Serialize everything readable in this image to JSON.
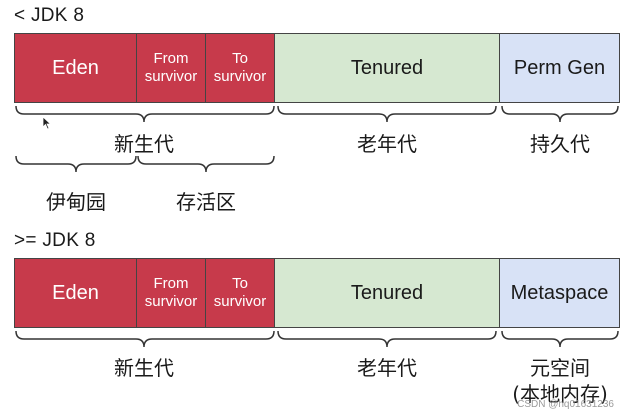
{
  "jdk8_section": {
    "title": "< JDK 8",
    "bar": {
      "eden": "Eden",
      "from_line1": "From",
      "from_line2": "survivor",
      "to_line1": "To",
      "to_line2": "survivor",
      "tenured": "Tenured",
      "perm": "Perm Gen"
    },
    "labels": {
      "young_gen": "新生代",
      "old_gen": "老年代",
      "perm_gen": "持久代",
      "eden_cn": "伊甸园",
      "survivor_cn": "存活区"
    }
  },
  "jdk8plus_section": {
    "title": ">= JDK 8",
    "bar": {
      "eden": "Eden",
      "from_line1": "From",
      "from_line2": "survivor",
      "to_line1": "To",
      "to_line2": "survivor",
      "tenured": "Tenured",
      "meta": "Metaspace"
    },
    "labels": {
      "young_gen": "新生代",
      "old_gen": "老年代",
      "meta_line1": "元空间",
      "meta_line2": "(本地内存)"
    }
  },
  "colors": {
    "eden_red": "#c73a4b",
    "tenured_green": "#d6e8d1",
    "perm_blue": "#d8e2f6"
  },
  "watermark": "CSDN @hq01631236"
}
